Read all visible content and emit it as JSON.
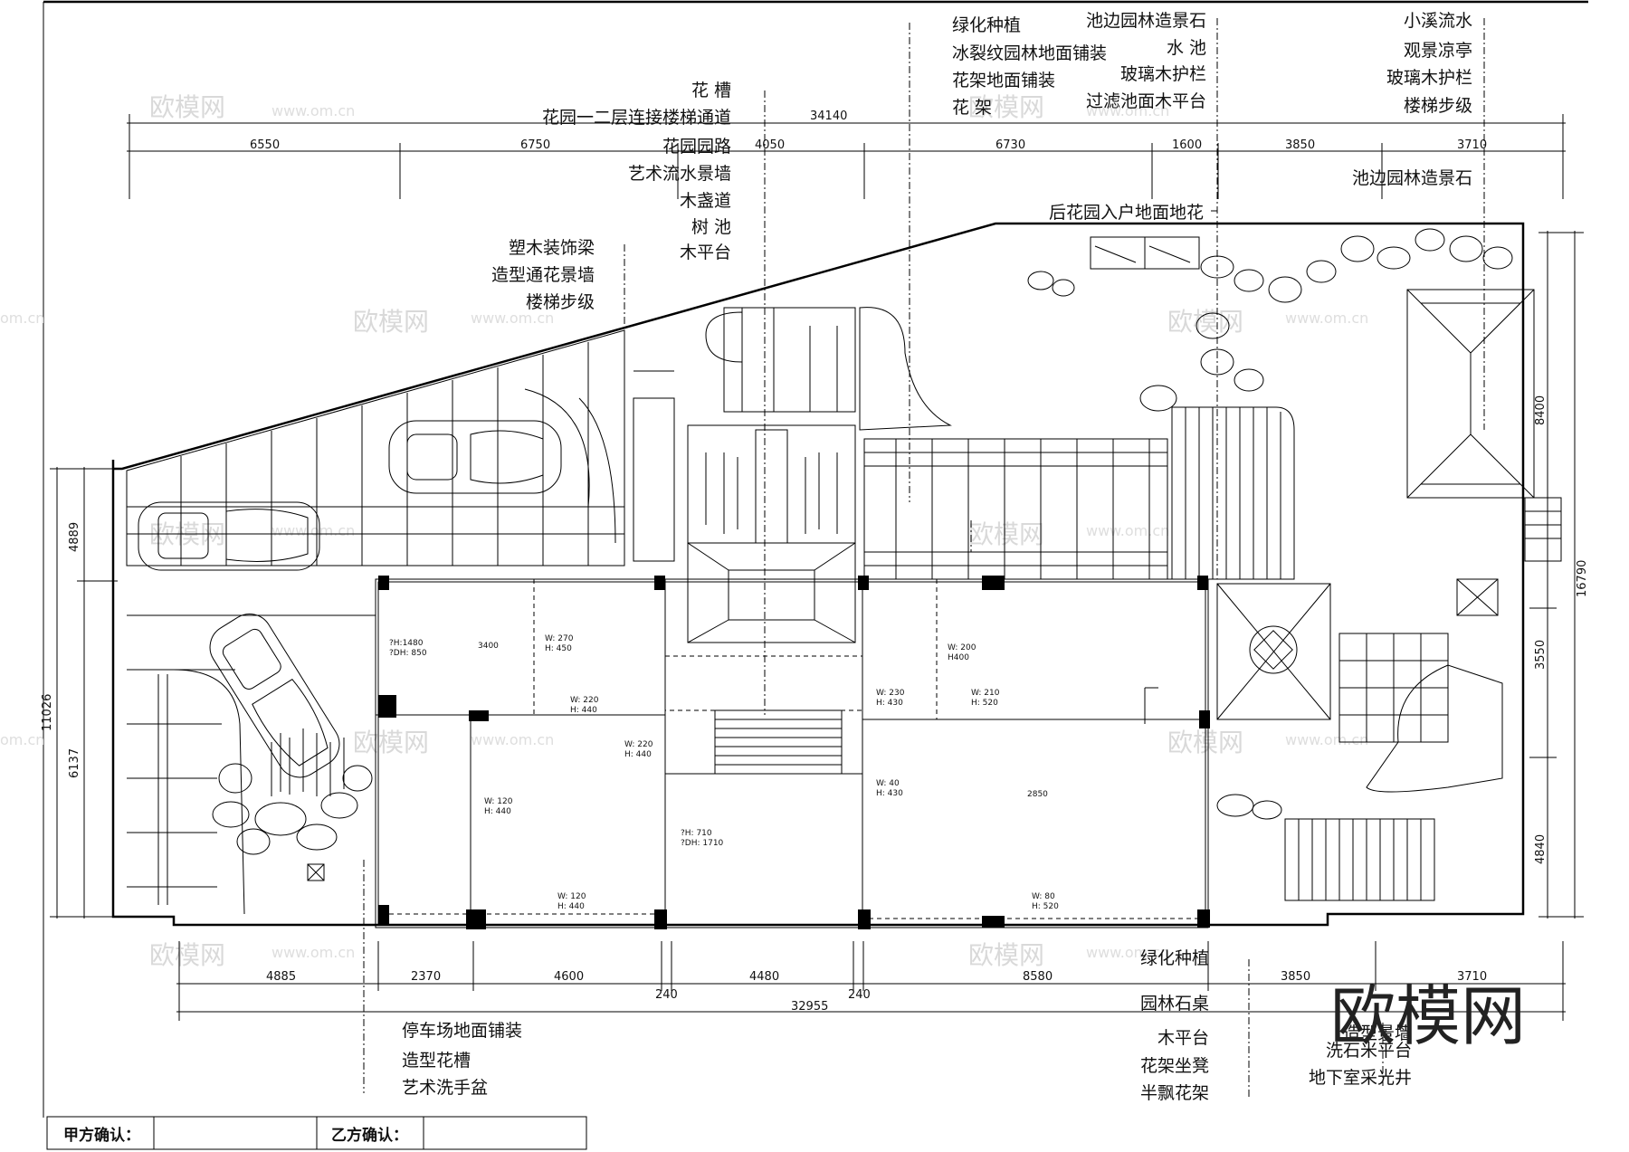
{
  "dims_top": {
    "total": "34140",
    "segments": [
      "6550",
      "6750",
      "4050",
      "6730",
      "1600",
      "3850",
      "3710"
    ]
  },
  "dims_bottom": {
    "total": "32955",
    "segments": [
      "4885",
      "2370",
      "4600",
      "4480",
      "8580",
      "3850",
      "3710"
    ],
    "small": [
      "240",
      "240"
    ]
  },
  "dims_left": [
    "11026",
    "4889",
    "6137"
  ],
  "dims_right": [
    "16790",
    "8400",
    "3550",
    "4840"
  ],
  "labels_top_left": [
    "花 槽",
    "花园一二层连接楼梯通道",
    "花园园路",
    "艺术流水景墙",
    "木盏道",
    "树 池",
    "木平台"
  ],
  "labels_left_mid": [
    "塑木装饰梁",
    "造型通花景墙",
    "楼梯步级"
  ],
  "labels_top_mid": [
    "绿化种植",
    "冰裂纹园林地面铺装",
    "花架地面铺装",
    "花 架"
  ],
  "labels_top_center_right": [
    "池边园林造景石",
    "水 池",
    "玻璃木护栏",
    "过滤池面木平台"
  ],
  "labels_top_right": [
    "小溪流水",
    "观景凉亭",
    "玻璃木护栏",
    "楼梯步级"
  ],
  "label_right_single": "池边园林造景石",
  "label_entrance": "后花园入户地面地花",
  "labels_bottom_left": [
    "停车场地面铺装",
    "造型花槽",
    "艺术洗手盆"
  ],
  "labels_bottom_center": [
    "绿化种植",
    "园林石桌",
    "木平台",
    "花架坐凳",
    "半飘花架"
  ],
  "labels_bottom_right": [
    "造型景墙",
    "洗石米平台",
    "地下室采光井"
  ],
  "room_marks": [
    "?H:1480",
    "?DH: 850",
    "3400",
    "W: 270",
    "H: 450",
    "W: 220",
    "H: 440",
    "W: 220",
    "H: 440",
    "W: 120",
    "H: 440",
    "?H: 710",
    "?DH: 1710",
    "W: 120",
    "H: 440",
    "W: 230",
    "H: 430",
    "W: 200",
    "H400",
    "W: 210",
    "H: 520",
    "W: 40",
    "H: 430",
    "2850",
    "W: 80",
    "H: 520"
  ],
  "watermark": {
    "text": "欧模网",
    "url": "www.om.cn",
    "url_short": "om.cn"
  },
  "brand": "欧模网",
  "signature": {
    "party_a": "甲方确认：",
    "party_b": "乙方确认："
  }
}
